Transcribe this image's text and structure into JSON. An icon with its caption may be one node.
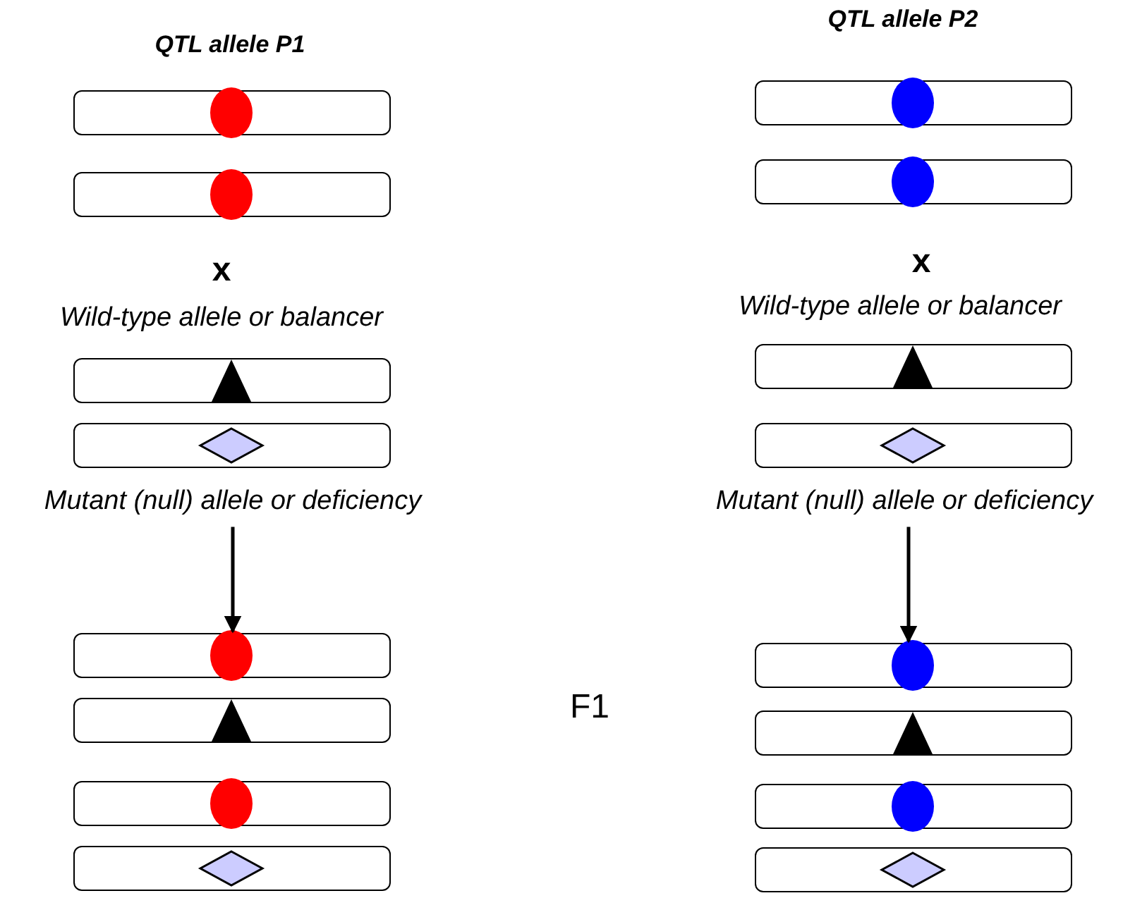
{
  "diagram": {
    "nodes": [
      {
        "text": [],
        "shape": "bar"
      },
      {
        "text": [],
        "shape": "bar"
      },
      {
        "text": [],
        "shape": "bar"
      },
      {
        "text": [],
        "shape": "bar"
      },
      {
        "text": [
          "Mutant (null) allele or deficiency"
        ]
      },
      {
        "text": [],
        "shape": "bar"
      },
      {
        "text": [],
        "shape": "bar"
      },
      {
        "text": [],
        "shape": "bar"
      },
      {
        "text": [],
        "shape": "bar"
      },
      {
        "text": [],
        "shape": "bar"
      },
      {
        "text": [],
        "shape": "bar"
      },
      {
        "text": [],
        "shape": "bar"
      },
      {
        "text": [],
        "shape": "bar"
      },
      {
        "text": [
          "Mutant (null) allele or deficiency"
        ]
      },
      {
        "text": [],
        "shape": "bar"
      },
      {
        "text": [],
        "shape": "bar"
      },
      {
        "text": [],
        "shape": "bar"
      },
      {
        "text": [],
        "shape": "bar"
      }
    ],
    "edges": [
      {
        "from": 4,
        "to": 5,
        "arrow": "to"
      },
      {
        "from": 13,
        "to": 14,
        "arrow": "to"
      }
    ],
    "labels": [
      "QTL allele P1",
      "QTL allele P2",
      "x",
      "x",
      "Wild-type allele or balancer",
      "Wild-type allele or balancer",
      "F1"
    ]
  }
}
